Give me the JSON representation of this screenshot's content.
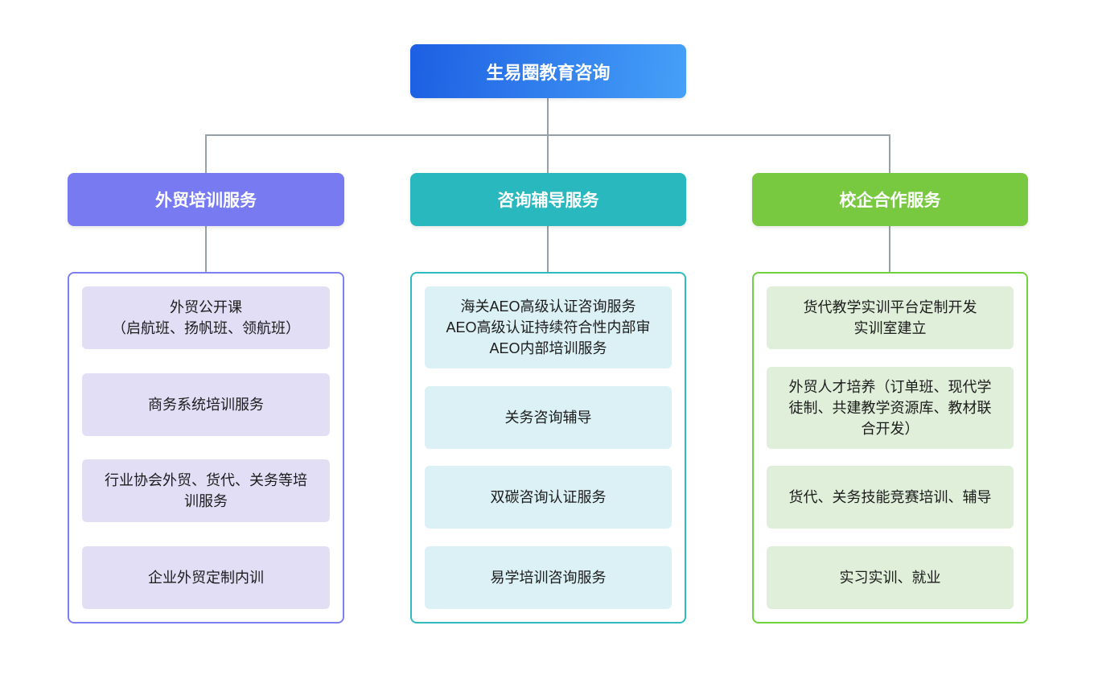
{
  "root": {
    "label": "生易圈教育咨询"
  },
  "branches": [
    {
      "label": "外贸培训服务",
      "items": [
        {
          "text": "外贸公开课\n（启航班、扬帆班、领航班）"
        },
        {
          "text": "商务系统培训服务"
        },
        {
          "text": "行业协会外贸、货代、关务等培\n训服务"
        },
        {
          "text": "企业外贸定制内训"
        }
      ]
    },
    {
      "label": "咨询辅导服务",
      "items": [
        {
          "text": "海关AEO高级认证咨询服务\nAEO高级认证持续符合性内部审\nAEO内部培训服务"
        },
        {
          "text": "关务咨询辅导"
        },
        {
          "text": "双碳咨询认证服务"
        },
        {
          "text": "易学培训咨询服务"
        }
      ]
    },
    {
      "label": "校企合作服务",
      "items": [
        {
          "text": "货代教学实训平台定制开发\n实训室建立"
        },
        {
          "text": "外贸人才培养（订单班、现代学\n徒制、共建教学资源库、教材联\n合开发）"
        },
        {
          "text": "货代、关务技能竞赛培训、辅导"
        },
        {
          "text": "实习实训、就业"
        }
      ]
    }
  ],
  "colors": {
    "root-grad-start": "#1d5fe3",
    "root-grad-end": "#46a0f8",
    "branch1-header": "#777af0",
    "branch1-border": "#7d80f1",
    "branch1-item": "#e1def6",
    "branch2-header": "#28b8be",
    "branch2-border": "#2fbac0",
    "branch2-item": "#dbf1f5",
    "branch3-header": "#79c940",
    "branch3-border": "#6ed13e",
    "branch3-item": "#dfefd9",
    "connector": "#99a1a8",
    "item-text": "#1c1c1c"
  }
}
